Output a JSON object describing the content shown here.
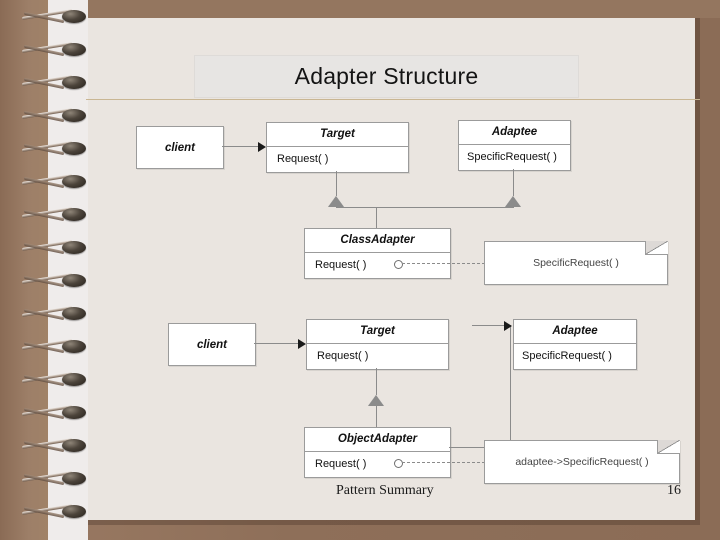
{
  "slide": {
    "title": "Adapter Structure",
    "footer_text": "Pattern Summary",
    "page_number": "16",
    "colors": {
      "binder": "#8d6e58",
      "page": "#eae5e0",
      "title_box": "#e7e5e3",
      "rule": "#c9b693",
      "line": "#8b8b8b"
    }
  },
  "diagram": {
    "class_adapter": {
      "client": {
        "label": "client"
      },
      "target": {
        "name": "Target",
        "operation": "Request( )"
      },
      "adaptee": {
        "name": "Adaptee",
        "operation": "SpecificRequest( )"
      },
      "adapter": {
        "name": "ClassAdapter",
        "operation": "Request( )"
      },
      "note": {
        "text": "SpecificRequest( )"
      }
    },
    "object_adapter": {
      "client": {
        "label": "client"
      },
      "target": {
        "name": "Target",
        "operation": "Request( )"
      },
      "adaptee": {
        "name": "Adaptee",
        "operation": "SpecificRequest( )"
      },
      "adapter": {
        "name": "ObjectAdapter",
        "operation": "Request( )"
      },
      "note": {
        "text": "adaptee->SpecificRequest( )"
      }
    }
  }
}
